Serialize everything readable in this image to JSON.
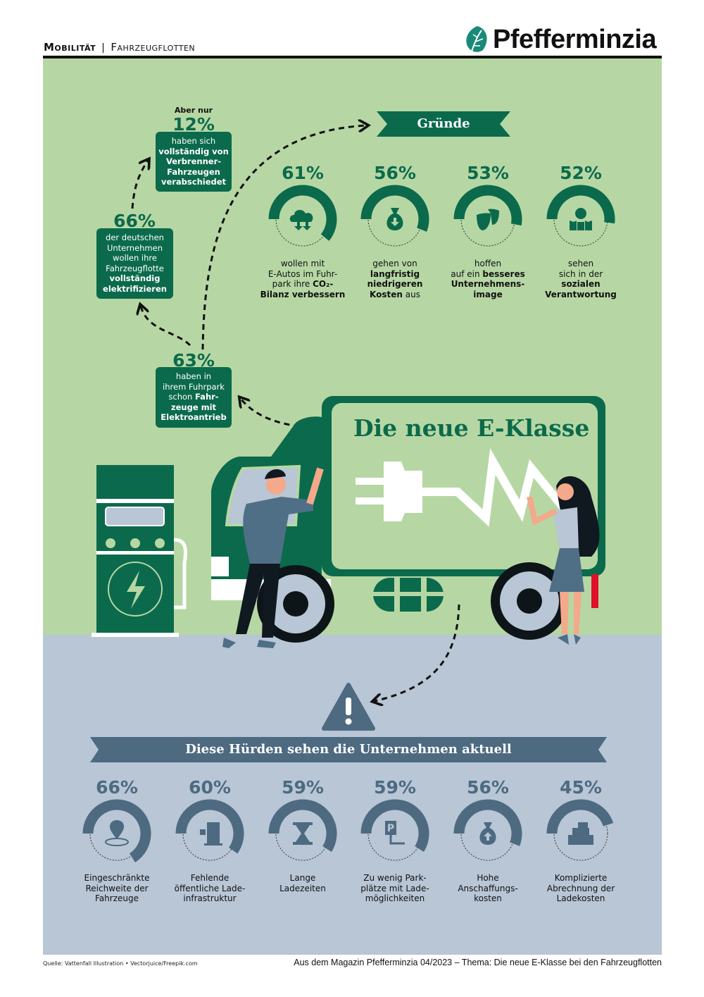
{
  "header": {
    "section": "Mobilität",
    "subsection": "Fahrzeugflotten",
    "logo": "Pfefferminzia"
  },
  "colors": {
    "green_bg": "#b6d7a4",
    "green_dark": "#0b6a4b",
    "blue_bg": "#b8c6d6",
    "blue_dark": "#4d6a80"
  },
  "stats": {
    "s12": {
      "pre": "Aber nur",
      "pct": "12%",
      "l1": "haben sich",
      "l2": "vollständig von",
      "l3": "Verbrenner-",
      "l4": "Fahrzeugen",
      "l5": "verabschiedet"
    },
    "s66": {
      "pct": "66%",
      "l1": "der deutschen",
      "l2": "Unternehmen",
      "l3": "wollen ihre",
      "l4": "Fahrzeugflotte",
      "l5": "vollständig",
      "l6": "elektrifizieren"
    },
    "s63": {
      "pct": "63%",
      "l1": "haben in",
      "l2": "ihrem Fuhrpark",
      "l3": "schon ",
      "l3b": "Fahr-",
      "l4": "zeuge mit",
      "l5": "Elektroantrieb"
    }
  },
  "reasons": {
    "title": "Gründe",
    "items": [
      {
        "pct": "61%",
        "value": 61,
        "icon": "co2-cloud-icon",
        "lines": [
          [
            "wollen mit",
            ""
          ],
          [
            "E-Autos im Fuhr-",
            ""
          ],
          [
            "park ihre ",
            "CO₂-"
          ],
          [
            "",
            "Bilanz verbessern"
          ]
        ]
      },
      {
        "pct": "56%",
        "value": 56,
        "icon": "money-bag-down-icon",
        "lines": [
          [
            "gehen von",
            ""
          ],
          [
            "",
            "langfristig"
          ],
          [
            "",
            "niedrigeren"
          ],
          [
            "",
            "Kosten",
            " aus"
          ]
        ]
      },
      {
        "pct": "53%",
        "value": 53,
        "icon": "theater-masks-icon",
        "lines": [
          [
            "hoffen",
            ""
          ],
          [
            "auf ein ",
            "besseres"
          ],
          [
            "",
            "Unternehmens-"
          ],
          [
            "",
            "image"
          ]
        ]
      },
      {
        "pct": "52%",
        "value": 52,
        "icon": "globe-people-icon",
        "lines": [
          [
            "sehen",
            ""
          ],
          [
            "sich in der",
            ""
          ],
          [
            "",
            "sozialen"
          ],
          [
            "",
            "Verantwortung"
          ]
        ]
      }
    ]
  },
  "truck": {
    "headline": "Die neue E-Klasse"
  },
  "hurdles": {
    "title": "Diese Hürden sehen die Unternehmen aktuell",
    "items": [
      {
        "pct": "66%",
        "value": 66,
        "icon": "location-pin-icon",
        "lines": [
          "Eingeschränkte",
          "Reichweite der",
          "Fahrzeuge"
        ]
      },
      {
        "pct": "60%",
        "value": 60,
        "icon": "charging-station-icon",
        "lines": [
          "Fehlende",
          "öffentliche Lade-",
          "infrastruktur"
        ]
      },
      {
        "pct": "59%",
        "value": 59,
        "icon": "hourglass-icon",
        "lines": [
          "Lange",
          "Ladezeiten"
        ]
      },
      {
        "pct": "59%",
        "value": 59,
        "icon": "parking-charger-icon",
        "lines": [
          "Zu wenig Park-",
          "plätze mit Lade-",
          "möglichkeiten"
        ]
      },
      {
        "pct": "56%",
        "value": 56,
        "icon": "money-bag-up-icon",
        "lines": [
          "Hohe",
          "Anschaffungs-",
          "kosten"
        ]
      },
      {
        "pct": "45%",
        "value": 45,
        "icon": "cash-register-icon",
        "lines": [
          "Komplizierte",
          "Abrechnung der",
          "Ladekosten"
        ]
      }
    ]
  },
  "footer": {
    "source": "Quelle: Vattenfall Illustration • Vectorjuice/Freepik.com",
    "credit": "Aus dem Magazin Pfefferminzia 04/2023 – Thema: Die neue E-Klasse bei den Fahrzeugflotten"
  }
}
